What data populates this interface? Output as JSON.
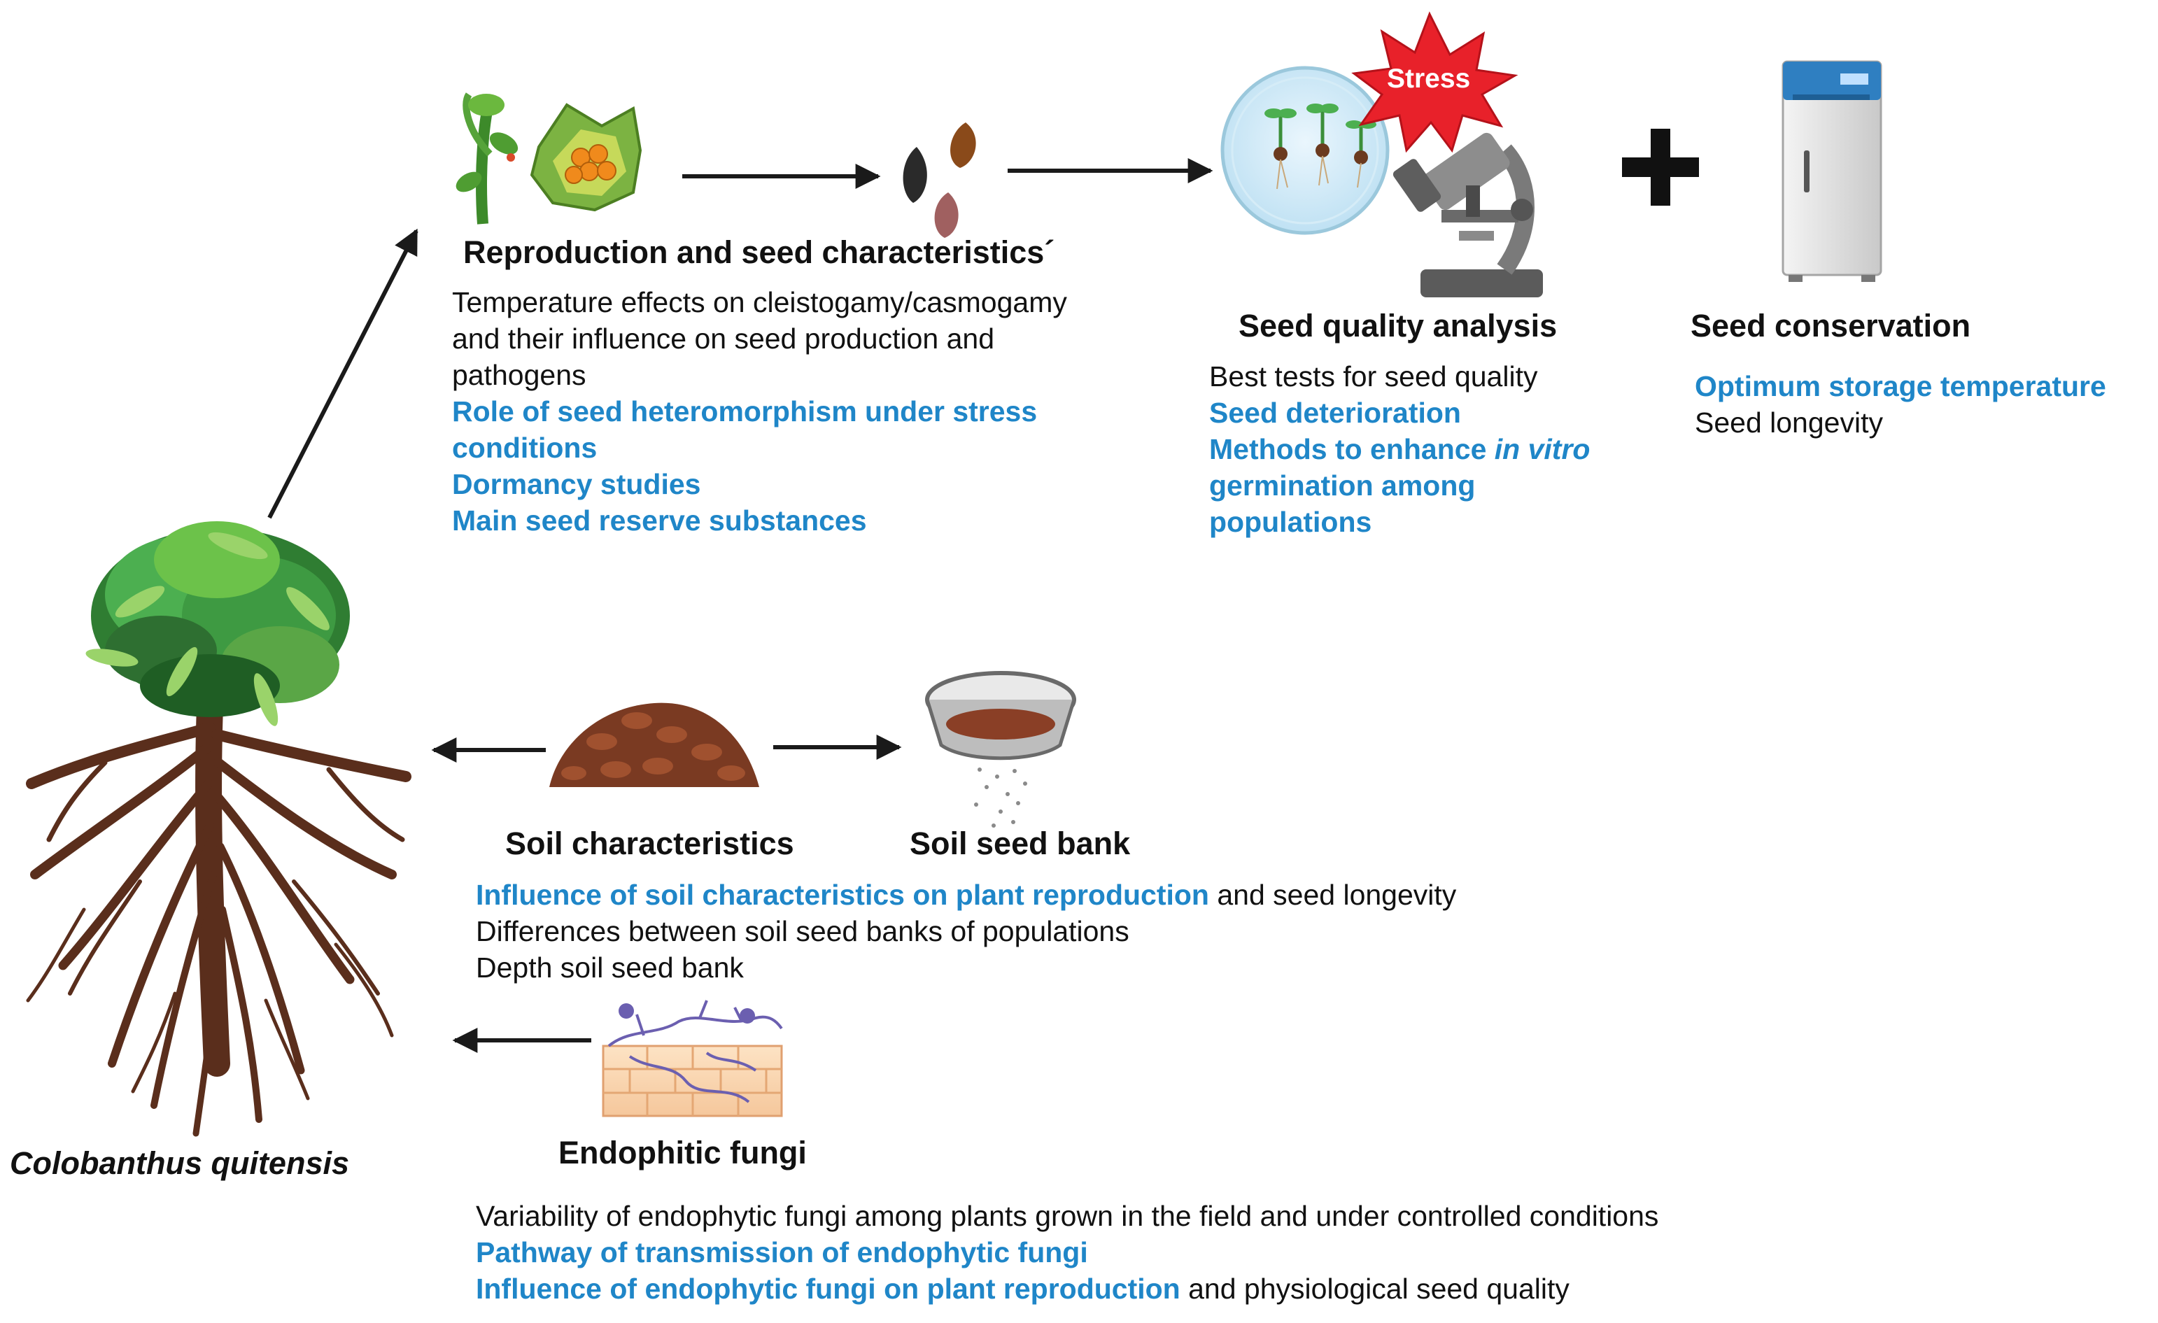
{
  "species": "Colobanthus quitensis",
  "colors": {
    "accent_blue": "#1f86c8",
    "stress_red": "#e8212a",
    "text": "#111111"
  },
  "icons": [
    "plant-with-roots-icon",
    "flower-icon",
    "seeds-icon",
    "petri-dish-icon",
    "stress-burst-icon",
    "microscope-icon",
    "plus-icon",
    "freezer-icon",
    "soil-pile-icon",
    "sieve-icon",
    "fungi-tissue-icon"
  ],
  "reproduction": {
    "title": "Reproduction and seed characteristics´",
    "line1": "Temperature effects on cleistogamy/casmogamy",
    "line2": "and their influence on seed production and",
    "line3": "pathogens",
    "line4": "Role of seed heteromorphism under stress",
    "line5": "conditions",
    "line6": "Dormancy studies",
    "line7": "Main seed reserve substances"
  },
  "seed_quality": {
    "stress_label": "Stress",
    "title": "Seed quality analysis",
    "line1": "Best tests for seed quality",
    "line2": "Seed deterioration",
    "line3a": "Methods to enhance ",
    "line3b": "in vitro",
    "line4": "germination among",
    "line5": "populations"
  },
  "conservation": {
    "title": "Seed conservation",
    "line1": "Optimum storage temperature",
    "line2": "Seed longevity"
  },
  "soil": {
    "title1": "Soil characteristics",
    "title2": "Soil seed bank",
    "line1a": "Influence of soil characteristics on plant reproduction",
    "line1b": " and seed longevity",
    "line2": "Differences between soil seed banks of populations",
    "line3": "Depth soil seed bank"
  },
  "fungi": {
    "title": "Endophitic fungi",
    "line1": "Variability of endophytic fungi among plants grown in the field and under controlled conditions",
    "line2": "Pathway of transmission of endophytic fungi",
    "line3a": "Influence of endophytic fungi on plant reproduction",
    "line3b": " and physiological seed quality"
  }
}
